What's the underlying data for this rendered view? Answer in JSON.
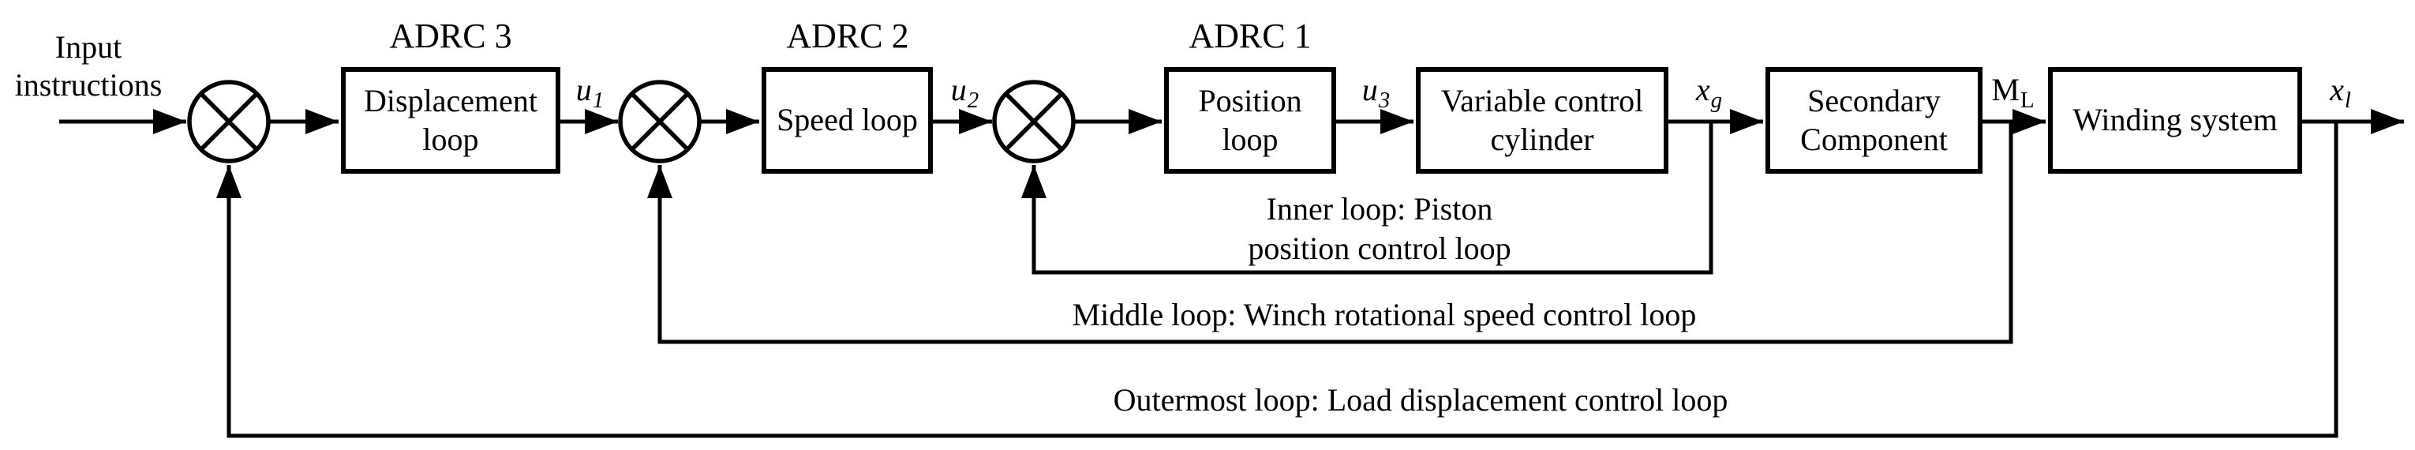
{
  "input": {
    "label": "Input\ninstructions"
  },
  "controller_tags": [
    {
      "label": "ADRC 3"
    },
    {
      "label": "ADRC 2"
    },
    {
      "label": "ADRC 1"
    }
  ],
  "blocks": [
    {
      "label": "Displacement\nloop"
    },
    {
      "label": "Speed loop"
    },
    {
      "label": "Position\nloop"
    },
    {
      "label": "Variable control\ncylinder"
    },
    {
      "label": "Secondary\nComponent"
    },
    {
      "label": "Winding system"
    }
  ],
  "signals": [
    {
      "base": "u",
      "sub": "1"
    },
    {
      "base": "u",
      "sub": "2"
    },
    {
      "base": "u",
      "sub": "3"
    },
    {
      "base": "x",
      "sub": "g"
    },
    {
      "base": "M",
      "sub": "L"
    },
    {
      "base": "x",
      "sub": "l"
    }
  ],
  "loop_labels": {
    "inner": "Inner loop: Piston\nposition control loop",
    "middle": "Middle loop: Winch rotational speed control loop",
    "outer": "Outermost loop: Load displacement control loop"
  },
  "colors": {
    "stroke": "#000000",
    "background": "#ffffff"
  }
}
